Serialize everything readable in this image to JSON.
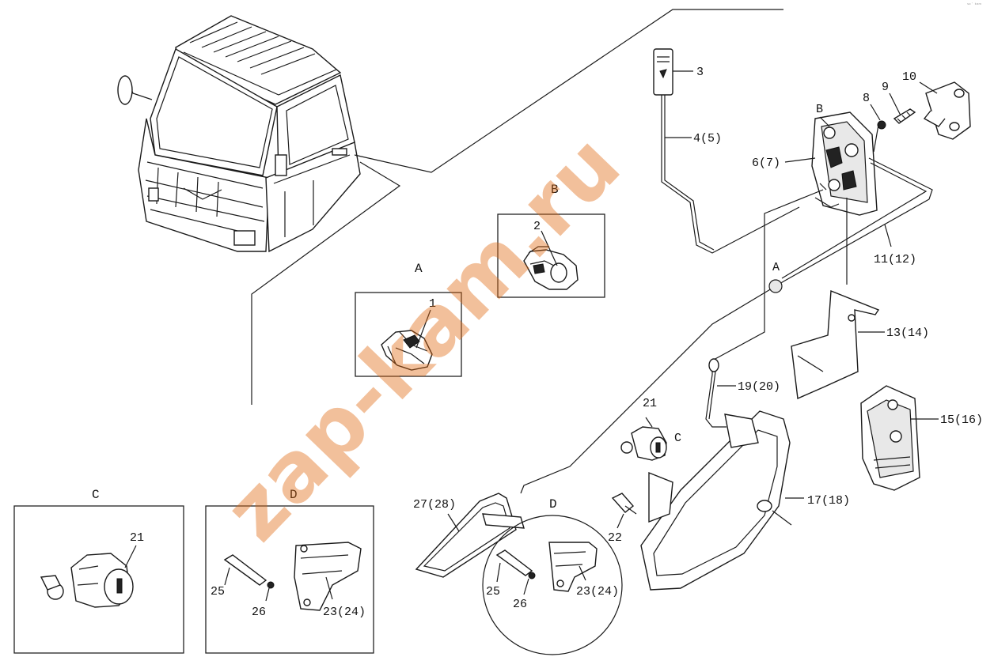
{
  "watermark": "zap-kam.ru",
  "corner_mark": "ˢᵒ˙ ᵏᵃᵐ",
  "sections": {
    "A": "A",
    "B": "B",
    "C": "C",
    "D": "D"
  },
  "callouts": {
    "p1": "1",
    "p2": "2",
    "p3": "3",
    "p4_5": "4(5)",
    "p6_7": "6(7)",
    "p8": "8",
    "p9": "9",
    "p10": "10",
    "p11_12": "11(12)",
    "p13_14": "13(14)",
    "p15_16": "15(16)",
    "p17_18": "17(18)",
    "p19_20": "19(20)",
    "p21": "21",
    "p22": "22",
    "p23_24": "23(24)",
    "p25": "25",
    "p26": "26",
    "p27_28": "27(28)"
  },
  "colors": {
    "line": "#1a1a1a",
    "watermark": "#e06a10",
    "background": "#ffffff"
  }
}
